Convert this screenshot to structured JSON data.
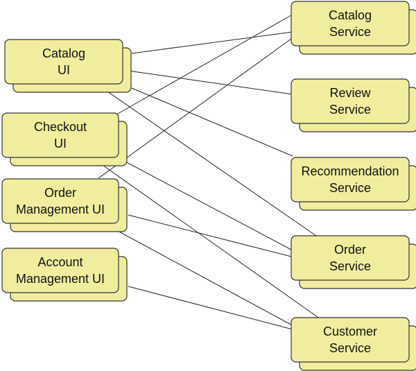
{
  "nodes": [
    {
      "id": "catalog-ui",
      "side": "left",
      "lines": [
        "Catalog",
        "UI"
      ]
    },
    {
      "id": "checkout-ui",
      "side": "left",
      "lines": [
        "Checkout",
        "UI"
      ]
    },
    {
      "id": "order-management-ui",
      "side": "left",
      "lines": [
        "Order",
        "Management UI"
      ]
    },
    {
      "id": "account-management-ui",
      "side": "left",
      "lines": [
        "Account",
        "Management UI"
      ]
    },
    {
      "id": "catalog-service",
      "side": "right",
      "lines": [
        "Catalog",
        "Service"
      ]
    },
    {
      "id": "review-service",
      "side": "right",
      "lines": [
        "Review",
        "Service"
      ]
    },
    {
      "id": "recommendation-service",
      "side": "right",
      "lines": [
        "Recommendation",
        "Service"
      ]
    },
    {
      "id": "order-service",
      "side": "right",
      "lines": [
        "Order",
        "Service"
      ]
    },
    {
      "id": "customer-service",
      "side": "right",
      "lines": [
        "Customer",
        "Service"
      ]
    }
  ],
  "edges": [
    {
      "from": "catalog-ui",
      "to": "catalog-service"
    },
    {
      "from": "catalog-ui",
      "to": "review-service"
    },
    {
      "from": "catalog-ui",
      "to": "recommendation-service"
    },
    {
      "from": "catalog-ui",
      "to": "order-service"
    },
    {
      "from": "checkout-ui",
      "to": "catalog-service"
    },
    {
      "from": "checkout-ui",
      "to": "order-service"
    },
    {
      "from": "checkout-ui",
      "to": "customer-service"
    },
    {
      "from": "order-management-ui",
      "to": "catalog-service"
    },
    {
      "from": "order-management-ui",
      "to": "order-service"
    },
    {
      "from": "order-management-ui",
      "to": "customer-service"
    },
    {
      "from": "account-management-ui",
      "to": "customer-service"
    }
  ],
  "colors": {
    "box_fill": "#f0ee9e",
    "box_stroke": "#333333",
    "line": "#222222"
  }
}
